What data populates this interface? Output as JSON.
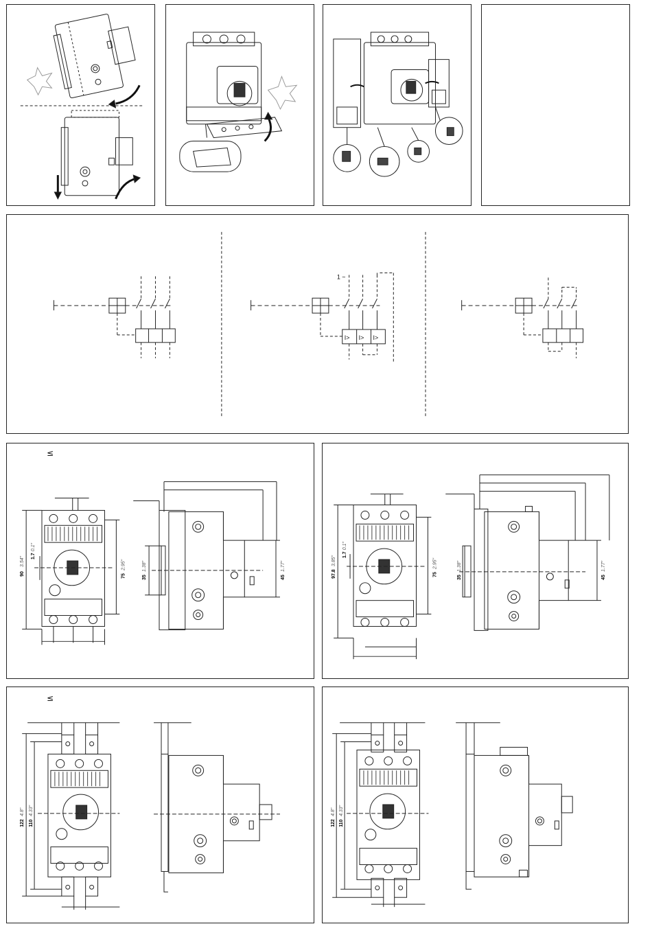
{
  "schematic": {
    "phase_label": "1 ~",
    "trip_symbol": "I>"
  },
  "dims_small": {
    "height": "90",
    "height_in": "3.54\"",
    "offset": "1.7",
    "offset_in": "0.1\"",
    "body": "75",
    "body_in": "2.95\"",
    "rail": "35",
    "rail_in": "1.38\"",
    "side": "45",
    "side_in": "1.77\"",
    "symbol": "≤"
  },
  "dims_large": {
    "height": "97.8",
    "height_in": "3.85\"",
    "offset": "1.7",
    "offset_in": "0.1\"",
    "body": "75",
    "body_in": "2.95\"",
    "rail": "35",
    "rail_in": "1.38\"",
    "side": "45",
    "side_in": "1.77\""
  },
  "dims_terminal_small": {
    "outer": "122",
    "outer_in": "4.8\"",
    "inner": "110",
    "inner_in": "4.33\"",
    "symbol": "≤"
  },
  "dims_terminal_large": {
    "outer": "122",
    "outer_in": "4.8\"",
    "inner": "110",
    "inner_in": "4.33\""
  }
}
